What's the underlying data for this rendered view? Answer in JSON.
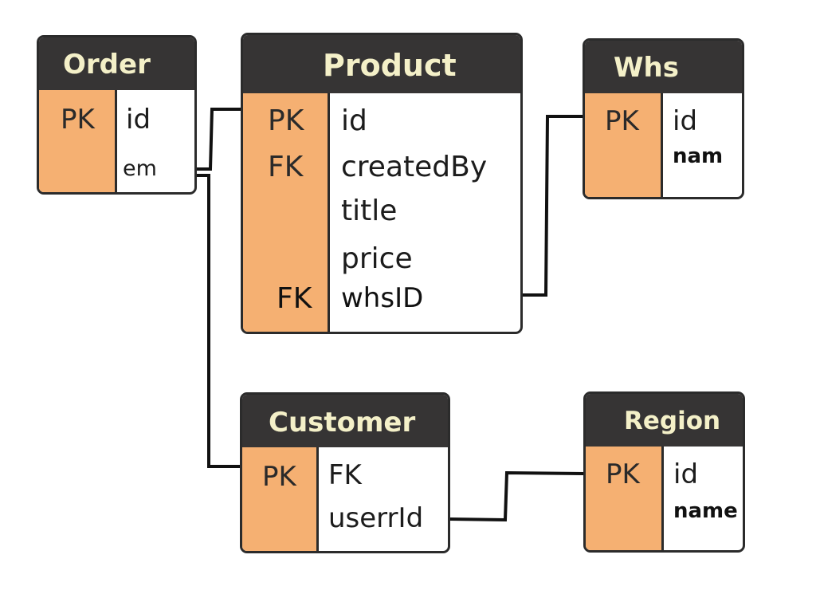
{
  "diagram": {
    "entities": {
      "order": {
        "title": "Order",
        "keys": [
          "PK"
        ],
        "fields": [
          "id",
          "em"
        ]
      },
      "product": {
        "title": "Product",
        "keys": [
          "PK",
          "FK",
          "FK"
        ],
        "fields": [
          "id",
          "createdBy",
          "title",
          "price",
          "whsID"
        ]
      },
      "whs": {
        "title": "Whs",
        "keys": [
          "PK"
        ],
        "fields": [
          "id",
          "nam"
        ]
      },
      "customer": {
        "title": "Customer",
        "keys": [
          "PK"
        ],
        "fields": [
          "FK",
          "userrId"
        ]
      },
      "region": {
        "title": "Region",
        "keys": [
          "PK"
        ],
        "fields": [
          "id",
          "name"
        ]
      }
    },
    "relationships": [
      {
        "from": "order.em",
        "to": "product.id"
      },
      {
        "from": "order.em",
        "to": "customer.PK"
      },
      {
        "from": "product.whsID",
        "to": "whs.id"
      },
      {
        "from": "customer.userrId",
        "to": "region.id"
      }
    ],
    "colors": {
      "header_bg": "#363434",
      "header_text": "#f4f0c8",
      "key_column": "#f5b072",
      "border": "#2b2b2b",
      "line": "#111111"
    }
  }
}
